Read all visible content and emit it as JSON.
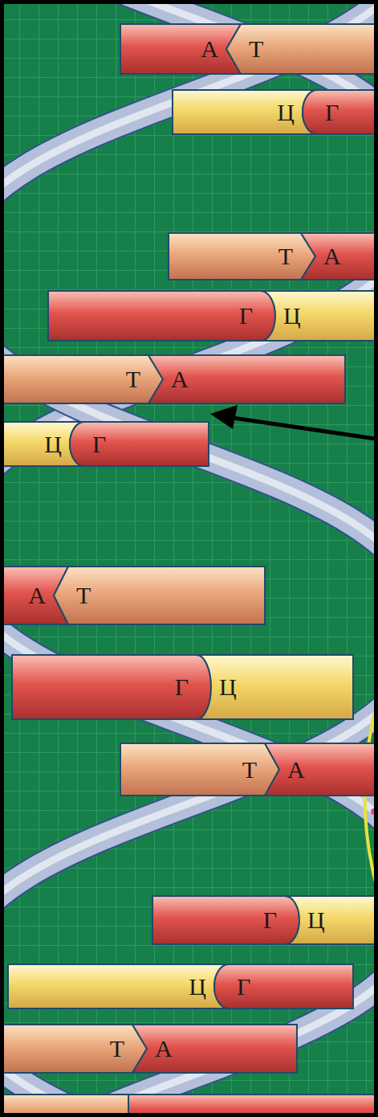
{
  "diagram": {
    "nodes": [
      {
        "text": [
          "А"
        ]
      },
      {
        "text": [
          "Т"
        ]
      },
      {
        "text": [
          "Ц"
        ]
      },
      {
        "text": [
          "Г"
        ]
      },
      {
        "text": [
          "Т"
        ]
      },
      {
        "text": [
          "А"
        ]
      },
      {
        "text": [
          "Г"
        ]
      },
      {
        "text": [
          "Ц"
        ]
      },
      {
        "text": [
          "Т"
        ]
      },
      {
        "text": [
          "А"
        ]
      },
      {
        "text": [
          "Ц"
        ]
      },
      {
        "text": [
          "Г"
        ]
      },
      {
        "text": [
          "А"
        ]
      },
      {
        "text": [
          "Т"
        ]
      },
      {
        "text": [
          "Г"
        ]
      },
      {
        "text": [
          "Ц"
        ]
      },
      {
        "text": [
          "Т"
        ]
      },
      {
        "text": [
          "А"
        ]
      },
      {
        "text": [
          "Г"
        ]
      },
      {
        "text": [
          "Ц"
        ]
      },
      {
        "text": [
          "Ц"
        ]
      },
      {
        "text": [
          "Г"
        ]
      },
      {
        "text": [
          "Т"
        ]
      },
      {
        "text": [
          "А"
        ]
      }
    ]
  }
}
